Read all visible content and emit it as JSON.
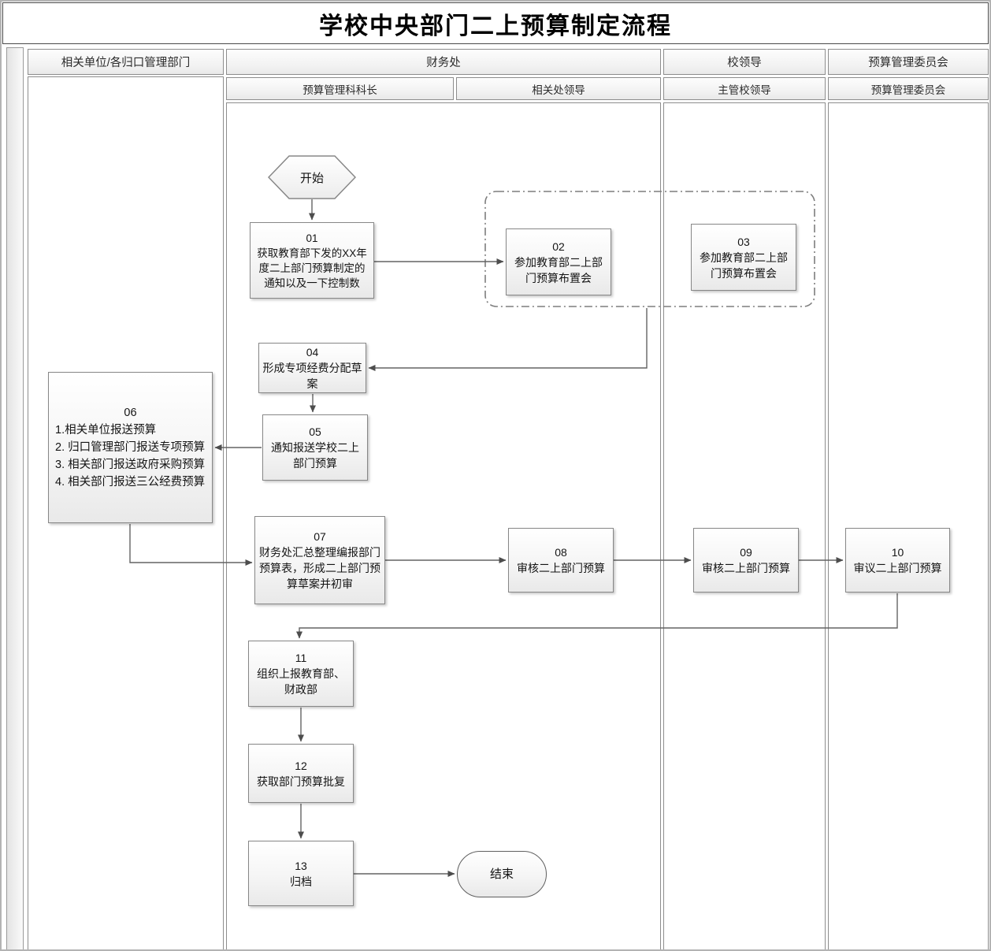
{
  "title": "学校中央部门二上预算制定流程",
  "lanes": {
    "lane1": {
      "label": "相关单位/各归口管理部门"
    },
    "lane2": {
      "label": "财务处",
      "sub1": "预算管理科科长",
      "sub2": "相关处领导"
    },
    "lane3": {
      "label": "校领导",
      "sub1": "主管校领导"
    },
    "lane4": {
      "label": "预算管理委员会",
      "sub1": "预算管理委员会"
    }
  },
  "nodes": {
    "start": {
      "label": "开始"
    },
    "n01": {
      "id": "01",
      "text": "获取教育部下发的XX年度二上部门预算制定的通知以及一下控制数"
    },
    "n02": {
      "id": "02",
      "text": "参加教育部二上部门预算布置会"
    },
    "n03": {
      "id": "03",
      "text": "参加教育部二上部门预算布置会"
    },
    "n04": {
      "id": "04",
      "text": "形成专项经费分配草案"
    },
    "n05": {
      "id": "05",
      "text": "通知报送学校二上部门预算"
    },
    "n06": {
      "id": "06",
      "line1": "1.相关单位报送预算",
      "line2": "2. 归口管理部门报送专项预算",
      "line3": "3. 相关部门报送政府采购预算",
      "line4": "4. 相关部门报送三公经费预算"
    },
    "n07": {
      "id": "07",
      "text": "财务处汇总整理编报部门预算表，形成二上部门预算草案并初审"
    },
    "n08": {
      "id": "08",
      "text": "审核二上部门预算"
    },
    "n09": {
      "id": "09",
      "text": "审核二上部门预算"
    },
    "n10": {
      "id": "10",
      "text": "审议二上部门预算"
    },
    "n11": {
      "id": "11",
      "text": "组织上报教育部、财政部"
    },
    "n12": {
      "id": "12",
      "text": "获取部门预算批复"
    },
    "n13": {
      "id": "13",
      "text": "归档"
    },
    "end": {
      "label": "结束"
    }
  }
}
